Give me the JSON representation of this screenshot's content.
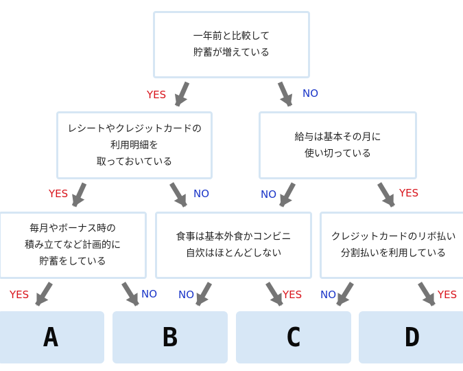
{
  "questions": {
    "q1": "一年前と比較して\n貯蓄が増えている",
    "q2": "レシートやクレジットカードの\n利用明細を\n取っておいている",
    "q3": "給与は基本その月に\n使い切っている",
    "q4": "毎月やボーナス時の\n積み立てなど計画的に\n貯蓄をしている",
    "q5": "食事は基本外食かコンビニ\n自炊はほとんどしない",
    "q6": "クレジットカードのリボ払い\n分割払いを利用している"
  },
  "results": {
    "a": "A",
    "b": "B",
    "c": "C",
    "d": "D"
  },
  "labels": {
    "yes": "YES",
    "no": "NO"
  },
  "colors": {
    "yes": "#d8141c",
    "no": "#1a35c8",
    "arrow": "#757575",
    "box_border": "#d6e6f4",
    "result_fill": "#d7e7f6"
  }
}
